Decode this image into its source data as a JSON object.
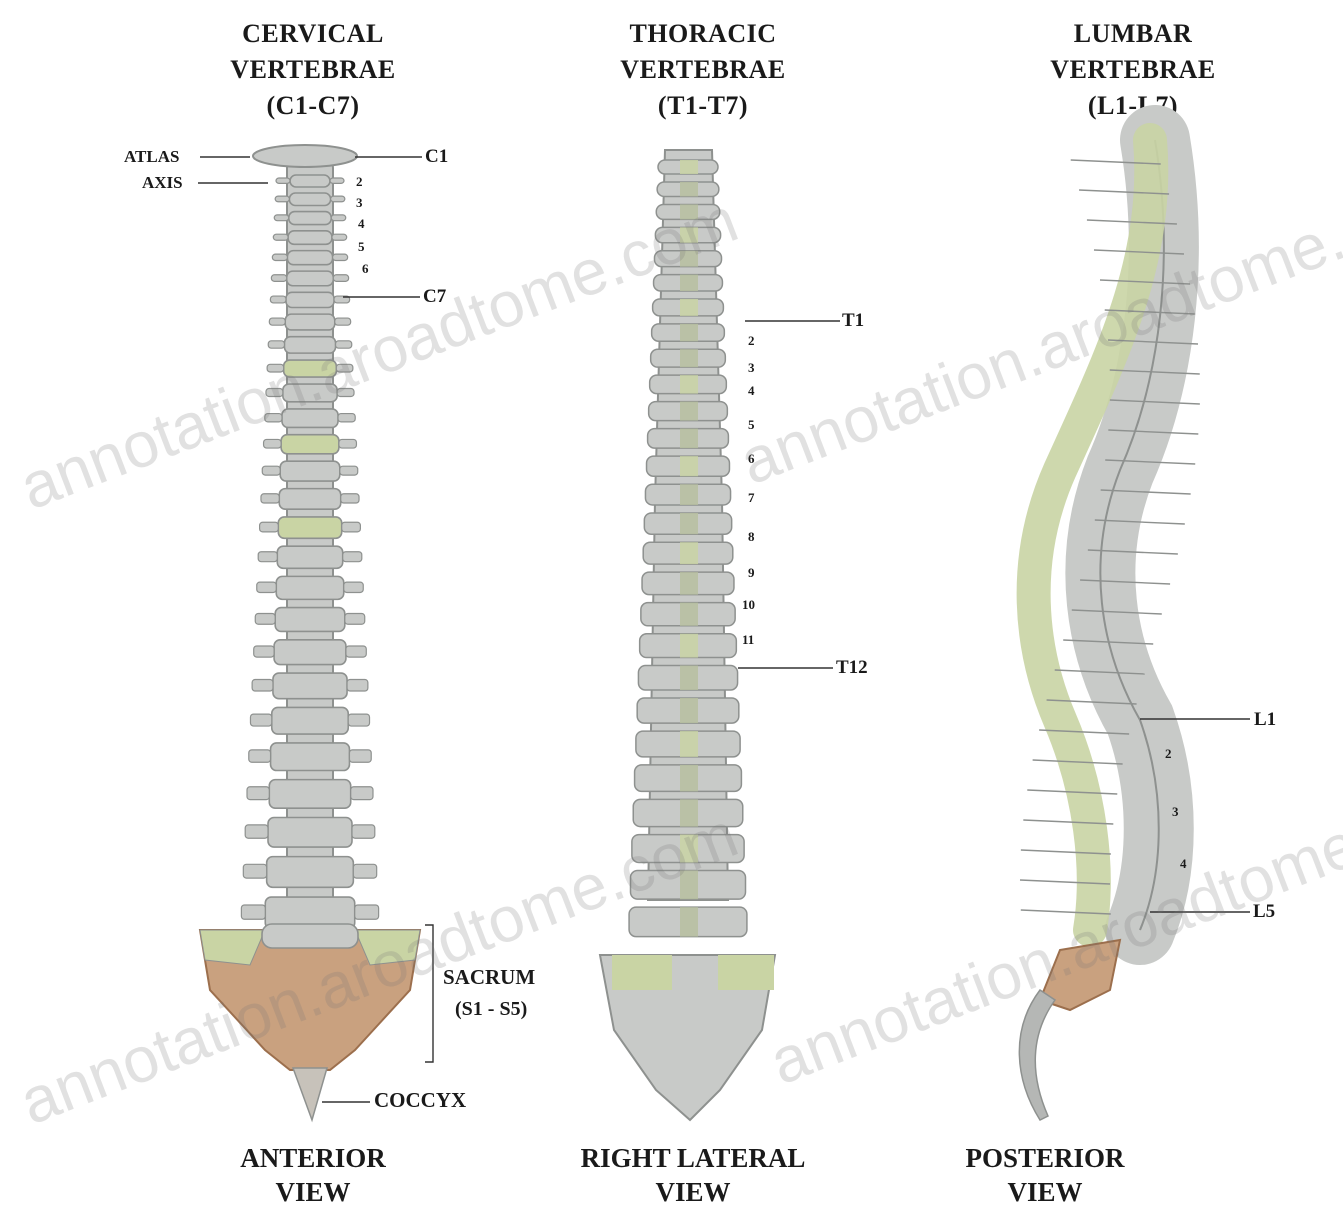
{
  "headers": {
    "cervical": [
      "CERVICAL",
      "VERTEBRAE",
      "(C1-C7)"
    ],
    "thoracic": [
      "THORACIC",
      "VERTEBRAE",
      "(T1-T7)"
    ],
    "lumbar": [
      "LUMBAR",
      "VERTEBRAE",
      "(L1-L7)"
    ]
  },
  "anterior_labels": {
    "atlas": "ATLAS",
    "axis": "AXIS",
    "c1": "C1",
    "c7": "C7",
    "numbers": [
      "2",
      "3",
      "4",
      "5",
      "6"
    ],
    "sacrum": "SACRUM",
    "sacrum_range": "(S1 - S5)",
    "coccyx": "COCCYX"
  },
  "lateral_labels": {
    "t1": "T1",
    "t12": "T12",
    "numbers": [
      "2",
      "3",
      "4",
      "5",
      "6",
      "7",
      "8",
      "9",
      "10",
      "11"
    ]
  },
  "posterior_labels": {
    "l1": "L1",
    "l5": "L5",
    "numbers": [
      "2",
      "3",
      "4"
    ]
  },
  "footers": {
    "anterior": [
      "ANTERIOR",
      "VIEW"
    ],
    "lateral": [
      "RIGHT LATERAL",
      "VIEW"
    ],
    "posterior": [
      "POSTERIOR",
      "VIEW"
    ]
  },
  "watermark": "annotation.aroadtome.com",
  "colors": {
    "bone": "#c8cac8",
    "bone_dark": "#8e918f",
    "highlight": "#c9d4a4",
    "sacrum": "#c9a17f",
    "sacrum_dark": "#9c6f4d"
  }
}
